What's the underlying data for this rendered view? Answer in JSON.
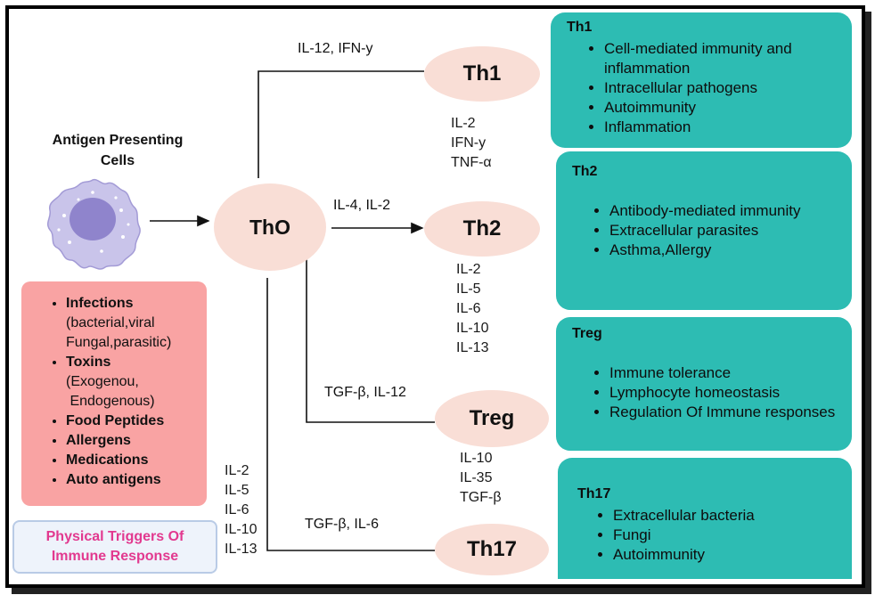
{
  "apc": {
    "title_line1": "Antigen Presenting",
    "title_line2": "Cells"
  },
  "center_node": "ThO",
  "nodes": {
    "th1": "Th1",
    "th2": "Th2",
    "treg": "Treg",
    "th17": "Th17"
  },
  "arrow_labels": {
    "th1": "IL-12, IFN-y",
    "th2": "IL-4, IL-2",
    "treg": "TGF-β, IL-12",
    "th17": "TGF-β, IL-6"
  },
  "cytokines": {
    "th1": [
      "IL-2",
      "IFN-y",
      "TNF-α"
    ],
    "th2": [
      "IL-2",
      "IL-5",
      "IL-6",
      "IL-10",
      "IL-13"
    ],
    "treg": [
      "IL-10",
      "IL-35",
      "TGF-β"
    ],
    "th17": [
      "IL-2",
      "IL-5",
      "IL-6",
      "IL-10",
      "IL-13"
    ]
  },
  "cards": {
    "th1": {
      "title": "Th1",
      "items": [
        "Cell-mediated immunity and inflammation",
        "Intracellular pathogens",
        "Autoimmunity",
        "Inflammation"
      ]
    },
    "th2": {
      "title": "Th2",
      "items": [
        "Antibody-mediated immunity",
        "Extracellular parasites",
        "Asthma,Allergy"
      ]
    },
    "treg": {
      "title": "Treg",
      "items": [
        "Immune tolerance",
        "Lymphocyte homeostasis",
        "Regulation Of Immune responses"
      ]
    },
    "th17": {
      "title": "Th17",
      "items": [
        "Extracellular bacteria",
        "Fungi",
        "Autoimmunity"
      ]
    }
  },
  "triggers": {
    "infections": "Infections",
    "infections_detail_1": "(bacterial,viral",
    "infections_detail_2": "Fungal,parasitic)",
    "toxins": "Toxins",
    "toxins_detail_1": "(Exogenou,",
    "toxins_detail_2": " Endogenous)",
    "food": "Food Peptides",
    "allergens": "Allergens",
    "medications": "Medications",
    "auto": "Auto antigens"
  },
  "physical_triggers": {
    "line1": "Physical Triggers Of",
    "line2": "Immune Response"
  },
  "colors": {
    "card": "#2dbcb3",
    "node": "#f9ded6",
    "triggers_box": "#f9a3a3",
    "physical_text": "#e2398f",
    "cell_body": "#c9c4ea",
    "nucleus": "#8f84cc"
  }
}
